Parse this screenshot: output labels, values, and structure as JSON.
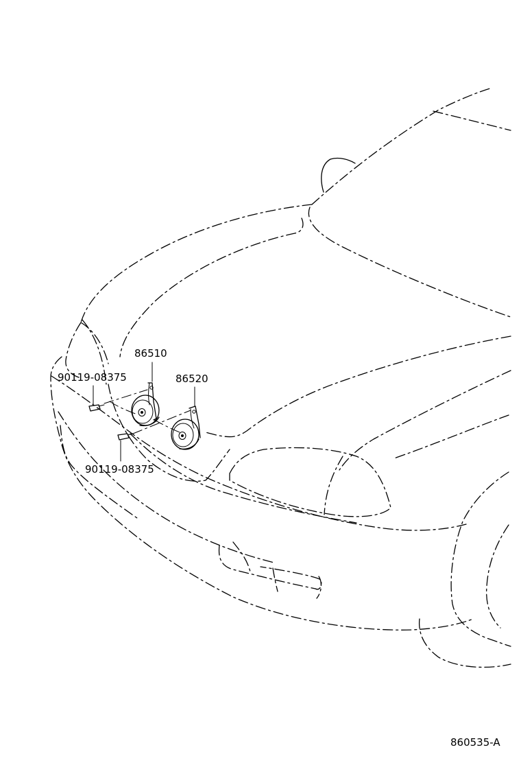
{
  "parts": {
    "horn_high": "86510",
    "horn_low": "86520",
    "bolt_upper": "90119-08375",
    "bolt_lower": "90119-08375"
  },
  "figure_number": "860535-A"
}
